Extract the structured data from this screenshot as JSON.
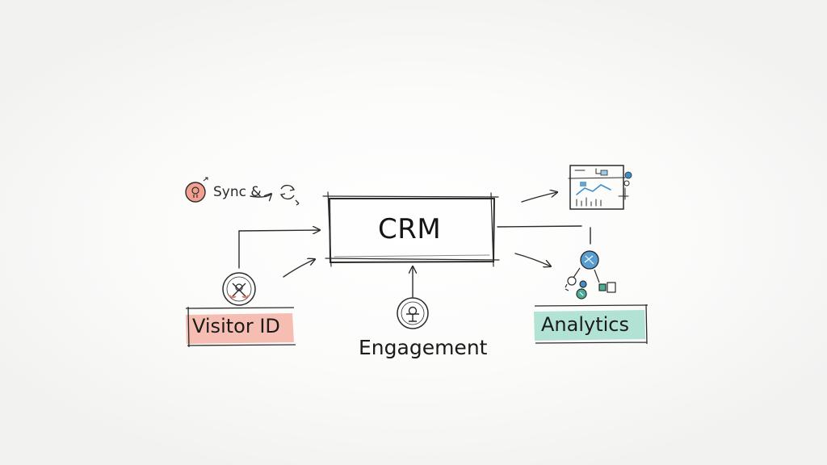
{
  "nodes": {
    "crm": {
      "label": "CRM"
    },
    "visitor_id": {
      "label": "Visitor ID",
      "highlight": "#f4a99a"
    },
    "analytics": {
      "label": "Analytics",
      "highlight": "#9fdccb"
    },
    "engagement": {
      "label": "Engagement"
    },
    "sync": {
      "label": "Sync &"
    }
  },
  "icons": {
    "visitor_id": "user-scan-icon",
    "engagement": "microphone-icon",
    "sync": "lightbulb-icon",
    "sync_extra": "refresh-icon",
    "analytics": "network-icon",
    "analytics_extra": "chart-dashboard-icon"
  },
  "colors": {
    "stroke": "#2b2b2b",
    "accent_red": "#e47a66",
    "accent_blue": "#3d8ec9",
    "accent_teal": "#4cae95"
  }
}
